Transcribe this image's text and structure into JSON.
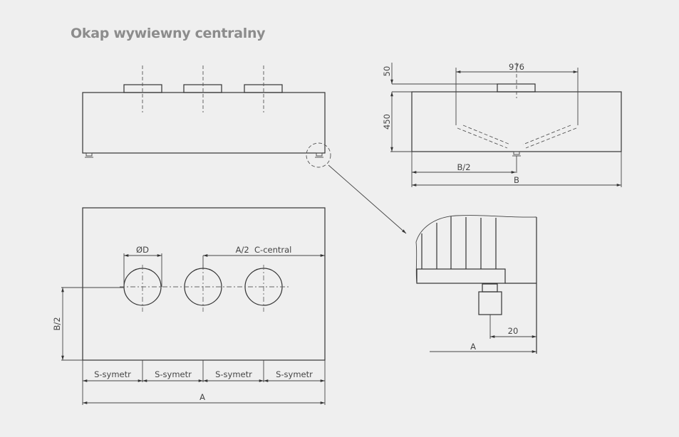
{
  "title": "Okap wywiewny centralny",
  "side_view": {
    "dim_top": "50",
    "dim_height": "450",
    "dim_spigot_spacing": "976",
    "dim_half_width": "B/2",
    "dim_width": "B"
  },
  "detail_view": {
    "dim_offset": "20",
    "dim_length": "A"
  },
  "plan_view": {
    "dim_diameter": "ØD",
    "dim_center": "A/2  C-central",
    "dim_half_width": "B/2",
    "segments": [
      "S-symetr",
      "S-symetr",
      "S-symetr",
      "S-symetr"
    ],
    "dim_length": "A"
  }
}
